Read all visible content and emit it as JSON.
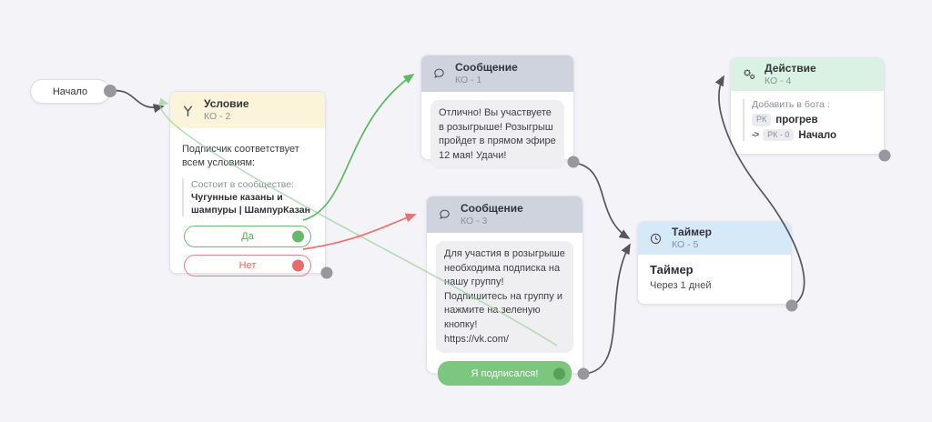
{
  "colors": {
    "canvas_bg": "#f4f3f8",
    "condition_header": "#fbf4da",
    "message_header": "#ced3dd",
    "timer_header": "#d6e9f8",
    "action_header": "#d9f2e3",
    "yes_green": "#4caf50",
    "no_red": "#ee5f5f",
    "subscribe_button_green": "#7cc77f",
    "edge_dark": "#55565a",
    "edge_green": "#5db961",
    "edge_pale_green": "#99d49d",
    "edge_red": "#ed6f6f",
    "port_gray": "#98989c"
  },
  "nodes": {
    "start": {
      "label": "Начало",
      "icon": "none"
    },
    "condition": {
      "icon": "branch-icon",
      "type_label": "Условие",
      "id_label": "КО - 2",
      "body_intro": "Подписчик соответствует всем условиям:",
      "detail_label": "Состоит в сообществе:",
      "detail_value": "Чугунные казаны и шампуры | ШампурКазан",
      "yes_label": "Да",
      "no_label": "Нет"
    },
    "message1": {
      "icon": "chat-bubble-icon",
      "type_label": "Сообщение",
      "id_label": "КО - 1",
      "bubble_text": "Отлично! Вы участвуете в розыгрыше! Розыгрыш пройдет в прямом эфире 12 мая! Удачи!"
    },
    "message3": {
      "icon": "chat-bubble-icon",
      "type_label": "Сообщение",
      "id_label": "КО - 3",
      "bubble_line1": "Для участия в розыгрыше необходима подписка на нашу группу!",
      "bubble_line2": "Подпишитесь на группу и нажмите на зеленую кнопку!",
      "bubble_line3": "https://vk.com/",
      "button_label": "Я подписался!"
    },
    "timer": {
      "icon": "clock-icon",
      "type_label": "Таймер",
      "id_label": "КО - 5",
      "body_title": "Таймер",
      "body_text": "Через 1 дней"
    },
    "action": {
      "icon": "gears-icon",
      "type_label": "Действие",
      "id_label": "КО - 4",
      "body_label": "Добавить в бота :",
      "tag1_badge": "РК",
      "tag1_text": "прогрев",
      "arrow_glyph": "->",
      "tag2_badge": "РК - 0",
      "tag2_text": "Начало"
    }
  },
  "edges": [
    {
      "from": "start",
      "to": "condition",
      "color": "dark"
    },
    {
      "from": "condition-yes",
      "to": "message1",
      "color": "green"
    },
    {
      "from": "condition-no",
      "to": "message3",
      "color": "red"
    },
    {
      "from": "message3-subscribe-button",
      "to": "condition",
      "color": "pale-green"
    },
    {
      "from": "message1",
      "to": "timer",
      "color": "dark"
    },
    {
      "from": "message3",
      "to": "timer",
      "color": "dark"
    },
    {
      "from": "timer",
      "to": "action",
      "color": "dark"
    }
  ]
}
